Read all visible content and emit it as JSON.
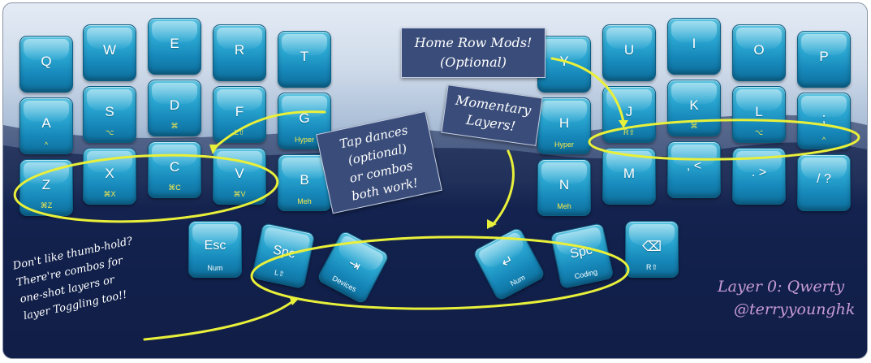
{
  "title": "Layer 0: Qwerty",
  "author": "@terryyounghk",
  "keys": [
    {
      "id": "q",
      "label": "Q",
      "sub": ""
    },
    {
      "id": "w",
      "label": "W",
      "sub": ""
    },
    {
      "id": "e",
      "label": "E",
      "sub": ""
    },
    {
      "id": "r",
      "label": "R",
      "sub": ""
    },
    {
      "id": "t",
      "label": "T",
      "sub": ""
    },
    {
      "id": "y",
      "label": "Y",
      "sub": ""
    },
    {
      "id": "u",
      "label": "U",
      "sub": ""
    },
    {
      "id": "i",
      "label": "I",
      "sub": ""
    },
    {
      "id": "o",
      "label": "O",
      "sub": ""
    },
    {
      "id": "p",
      "label": "P",
      "sub": ""
    },
    {
      "id": "a",
      "label": "A",
      "sub": "^"
    },
    {
      "id": "s",
      "label": "S",
      "sub": "⌥"
    },
    {
      "id": "d",
      "label": "D",
      "sub": "⌘"
    },
    {
      "id": "f",
      "label": "F",
      "sub": "L⇧"
    },
    {
      "id": "g",
      "label": "G",
      "sub": "Hyper"
    },
    {
      "id": "h",
      "label": "H",
      "sub": "Hyper"
    },
    {
      "id": "j",
      "label": "J",
      "sub": "R⇧"
    },
    {
      "id": "k",
      "label": "K",
      "sub": "⌘"
    },
    {
      "id": "l",
      "label": "L",
      "sub": "⌥"
    },
    {
      "id": "semi",
      "label": ";",
      "sub": "^"
    },
    {
      "id": "z",
      "label": "Z",
      "sub": "⌘Z"
    },
    {
      "id": "x",
      "label": "X",
      "sub": "⌘X"
    },
    {
      "id": "c",
      "label": "C",
      "sub": "⌘C"
    },
    {
      "id": "v",
      "label": "V",
      "sub": "⌘V"
    },
    {
      "id": "b",
      "label": "B",
      "sub": "Meh"
    },
    {
      "id": "n",
      "label": "N",
      "sub": "Meh"
    },
    {
      "id": "m",
      "label": "M",
      "sub": ""
    },
    {
      "id": "comma",
      "label": ", <",
      "sub": ""
    },
    {
      "id": "period",
      "label": ". >",
      "sub": ""
    },
    {
      "id": "slash",
      "label": "/ ?",
      "sub": ""
    },
    {
      "id": "esc",
      "label": "Esc",
      "sub": "Num"
    },
    {
      "id": "spc-l",
      "label": "Spc",
      "sub": "L⇧"
    },
    {
      "id": "tab",
      "label": "⇥",
      "sub": "Devices"
    },
    {
      "id": "enter",
      "label": "↵",
      "sub": "Num"
    },
    {
      "id": "spc-r",
      "label": "Spc",
      "sub": "Coding"
    },
    {
      "id": "bksp",
      "label": "⌫",
      "sub": "R⇧"
    }
  ],
  "notes": {
    "home_row_1": "Home Row Mods!",
    "home_row_2": "(Optional)",
    "momentary_1": "Momentary",
    "momentary_2": "Layers!",
    "tap_1": "Tap dances",
    "tap_2": "(optional)",
    "tap_3": "or combos",
    "tap_4": "both work!",
    "thumb_1": "Don't like thumb-hold?",
    "thumb_2": "There're combos for",
    "thumb_3": "one-shot layers or",
    "thumb_4": "layer Toggling too!!"
  },
  "colors": {
    "key_top": "#5cc6e4",
    "key_bottom": "#0e6f9c",
    "highlight": "#e9f03a",
    "mod_text": "#f5e94a",
    "credit": "#c99bd6"
  }
}
